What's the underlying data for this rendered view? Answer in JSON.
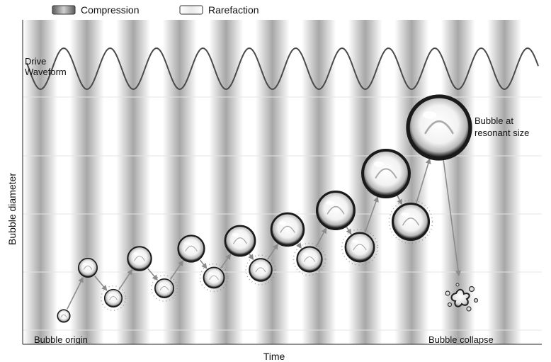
{
  "legend": {
    "compression_label": "Compression",
    "rarefaction_label": "Rarefaction"
  },
  "labels": {
    "drive_waveform_line1": "Drive",
    "drive_waveform_line2": "Waveform",
    "resonant_line1": "Bubble at",
    "resonant_line2": "resonant size",
    "origin": "Bubble origin",
    "collapse": "Bubble collapse"
  },
  "axes": {
    "x_label": "Time",
    "y_label": "Bubble diameter"
  },
  "colors": {
    "compression_band": "#8a8a8a",
    "rarefaction_band": "#ffffff",
    "waveform": "#4a4a4a",
    "arrow": "#8c8c8c",
    "gridline": "#e4e4e4"
  },
  "diagram": {
    "drive_cycles": 10,
    "bubble_growth_stages": [
      {
        "phase": "origin",
        "relative_size": 0.2
      },
      {
        "phase": "rarefaction",
        "relative_size": 0.3
      },
      {
        "phase": "compression",
        "relative_size": 0.28
      },
      {
        "phase": "rarefaction",
        "relative_size": 0.38
      },
      {
        "phase": "compression",
        "relative_size": 0.3
      },
      {
        "phase": "rarefaction",
        "relative_size": 0.42
      },
      {
        "phase": "compression",
        "relative_size": 0.33
      },
      {
        "phase": "rarefaction",
        "relative_size": 0.48
      },
      {
        "phase": "compression",
        "relative_size": 0.36
      },
      {
        "phase": "rarefaction",
        "relative_size": 0.52
      },
      {
        "phase": "compression",
        "relative_size": 0.4
      },
      {
        "phase": "rarefaction",
        "relative_size": 0.6
      },
      {
        "phase": "compression",
        "relative_size": 0.46
      },
      {
        "phase": "rarefaction",
        "relative_size": 0.75
      },
      {
        "phase": "compression",
        "relative_size": 0.58
      },
      {
        "phase": "rarefaction",
        "relative_size": 1.0
      },
      {
        "phase": "collapse",
        "relative_size": 0.3
      }
    ]
  }
}
